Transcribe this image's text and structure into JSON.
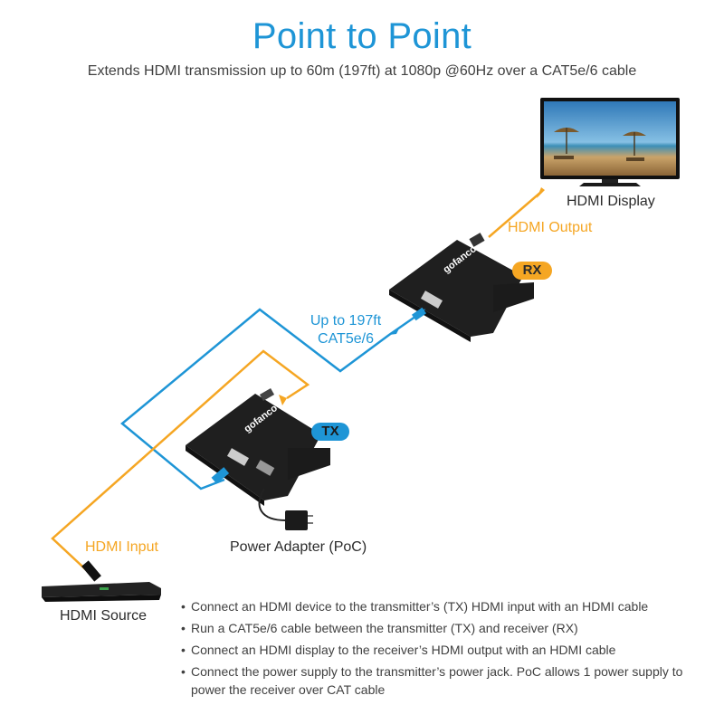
{
  "title": "Point to Point",
  "subtitle": "Extends HDMI transmission up to 60m (197ft) at 1080p @60Hz over a CAT5e/6 cable",
  "labels": {
    "hdmi_display": "HDMI Display",
    "hdmi_output": "HDMI Output",
    "rx_badge": "RX",
    "tx_badge": "TX",
    "cable_line1": "Up to 197ft",
    "cable_line2": "CAT5e/6",
    "power_adapter": "Power Adapter (PoC)",
    "hdmi_input": "HDMI Input",
    "hdmi_source": "HDMI Source"
  },
  "device_brand": "gofanco",
  "bullet_glyph": "•",
  "bullets": [
    "Connect an HDMI device to the transmitter’s (TX) HDMI input with an HDMI cable",
    "Run a CAT5e/6 cable between the transmitter (TX) and receiver (RX)",
    "Connect an HDMI display to the receiver’s HDMI output with an HDMI cable",
    "Connect the power supply to the transmitter’s power jack. PoC allows 1 power supply to power the receiver over CAT cable"
  ],
  "colors": {
    "accent_blue": "#1e95d6",
    "accent_orange": "#f5a623",
    "device": "#1f1f1f"
  }
}
